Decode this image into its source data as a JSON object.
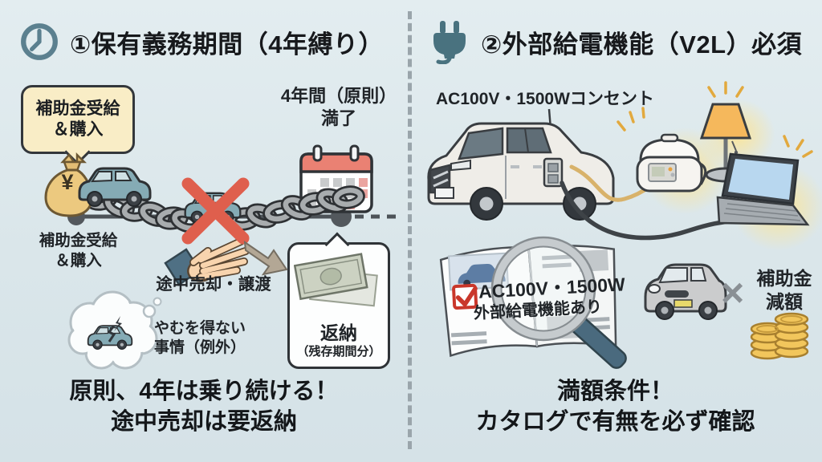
{
  "colors": {
    "background": "#dae6ea",
    "accent_red": "#e0604e",
    "bubble_cream": "#f9edc6",
    "calendar_red": "#e87f70",
    "coin_gold": "#f2c65c",
    "teal_car": "#85abb5"
  },
  "left": {
    "title": "①保有義務期間（4年縛り）",
    "start_bubble": "補助金受給\n＆購入",
    "timeline_label": "補助金受給\n＆購入",
    "end_label": "4年間（原則）\n満了",
    "sell_label": "途中売却・譲渡",
    "exception_label": "やむを得ない\n事情（例外）",
    "return_title": "返納",
    "return_sub": "（残存期間分）",
    "yen": "¥",
    "footer": "原則、4年は乗り続ける！\n途中売却は要返納"
  },
  "right": {
    "title": "②外部給電機能（V2L）必須",
    "outlet_label": "AC100V・1500Wコンセント",
    "catalog_line1": "AC100V・1500W",
    "catalog_line2": "外部給電機能あり",
    "cross": "×",
    "reduction_label": "補助金\n減額",
    "footer": "満額条件！\nカタログで有無を必ず確認"
  }
}
